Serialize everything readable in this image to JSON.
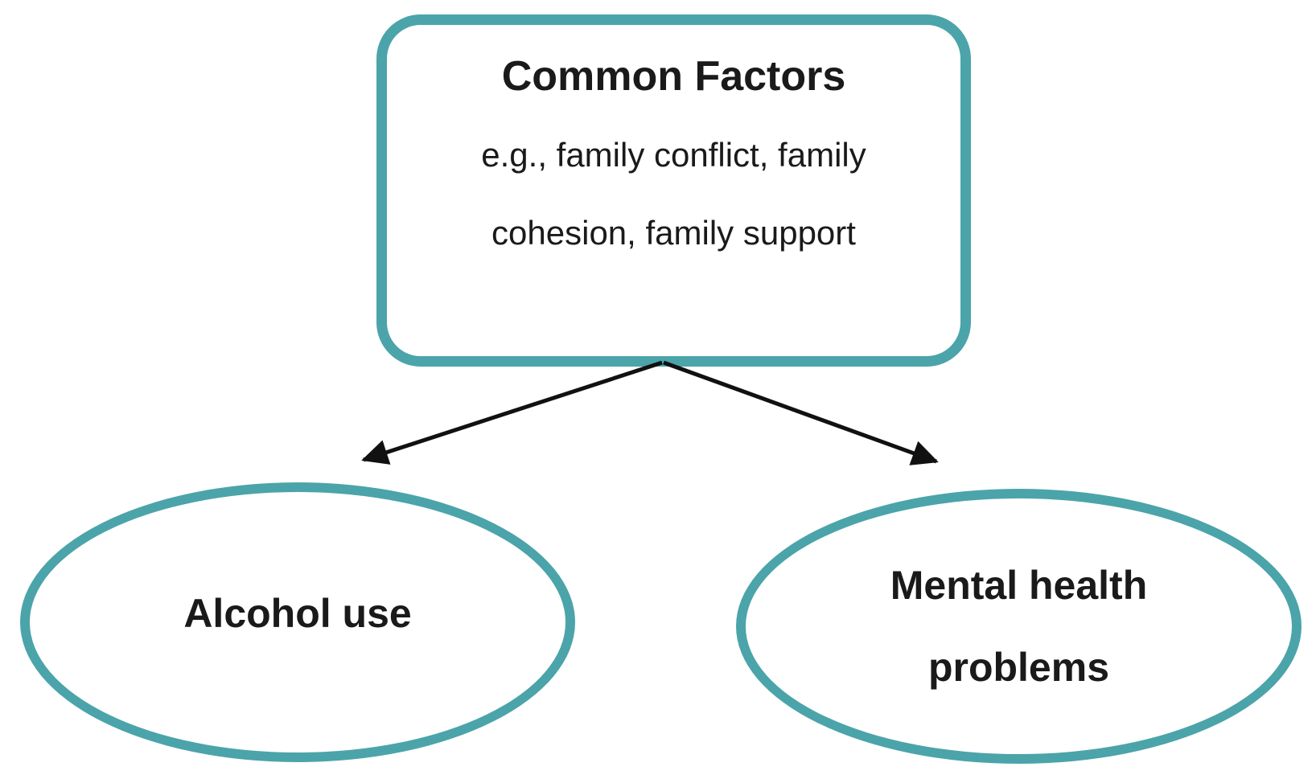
{
  "theme": {
    "accent": "#4ba4aa",
    "text": "#1a1a1a",
    "background": "#ffffff",
    "arrow": "#111111"
  },
  "diagram": {
    "box": {
      "title": "Common Factors",
      "lines": [
        "e.g., family conflict, family",
        "cohesion, family support"
      ]
    },
    "nodes": [
      {
        "id": "alcohol-use",
        "lines": [
          "Alcohol use"
        ]
      },
      {
        "id": "mental-health-problems",
        "lines": [
          "Mental health",
          "problems"
        ]
      }
    ],
    "arrows": [
      {
        "from": "common-factors",
        "to": "alcohol-use"
      },
      {
        "from": "common-factors",
        "to": "mental-health-problems"
      }
    ]
  }
}
